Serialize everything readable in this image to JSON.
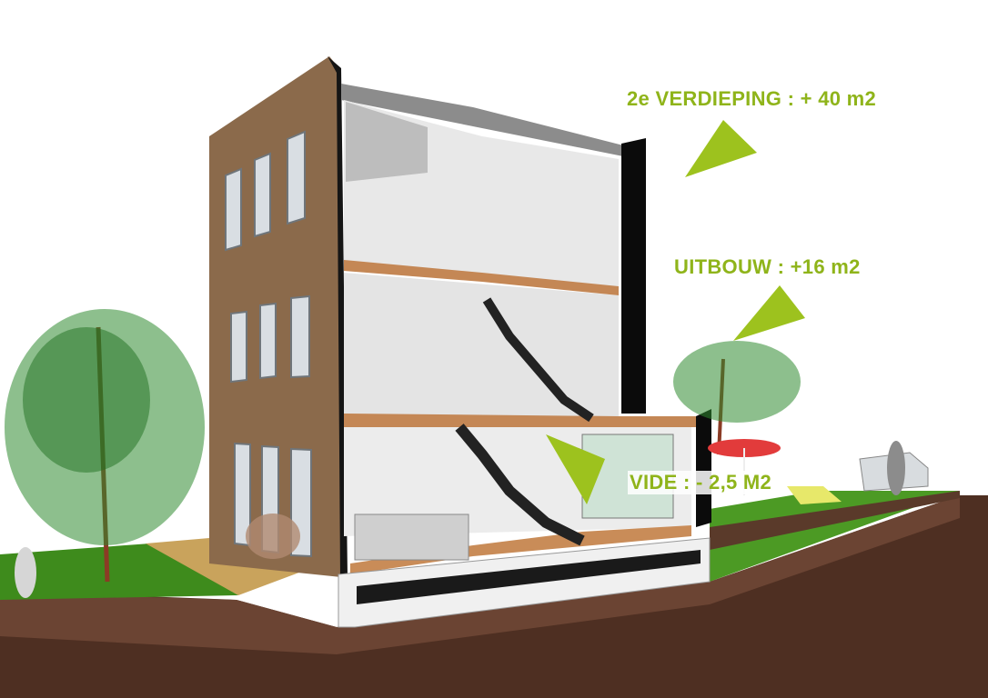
{
  "annotations": {
    "second_floor": "2e VERDIEPING : + 40 m2",
    "extension": "UITBOUW : +16 m2",
    "void": "VIDE : - 2,5 M2"
  },
  "colors": {
    "label_text": "#8fb41a",
    "arrow": "#9dc21e",
    "brick": "#8a6a4a",
    "wall_black": "#0a0a0a",
    "interior": "#e6e6e6",
    "grass": "#3f8a1e",
    "soil": "#5a3a2a",
    "deck": "#c9a35c",
    "floor_wood": "#c98c58"
  },
  "icons": {
    "arrow_shape": "triangle-pointer"
  }
}
